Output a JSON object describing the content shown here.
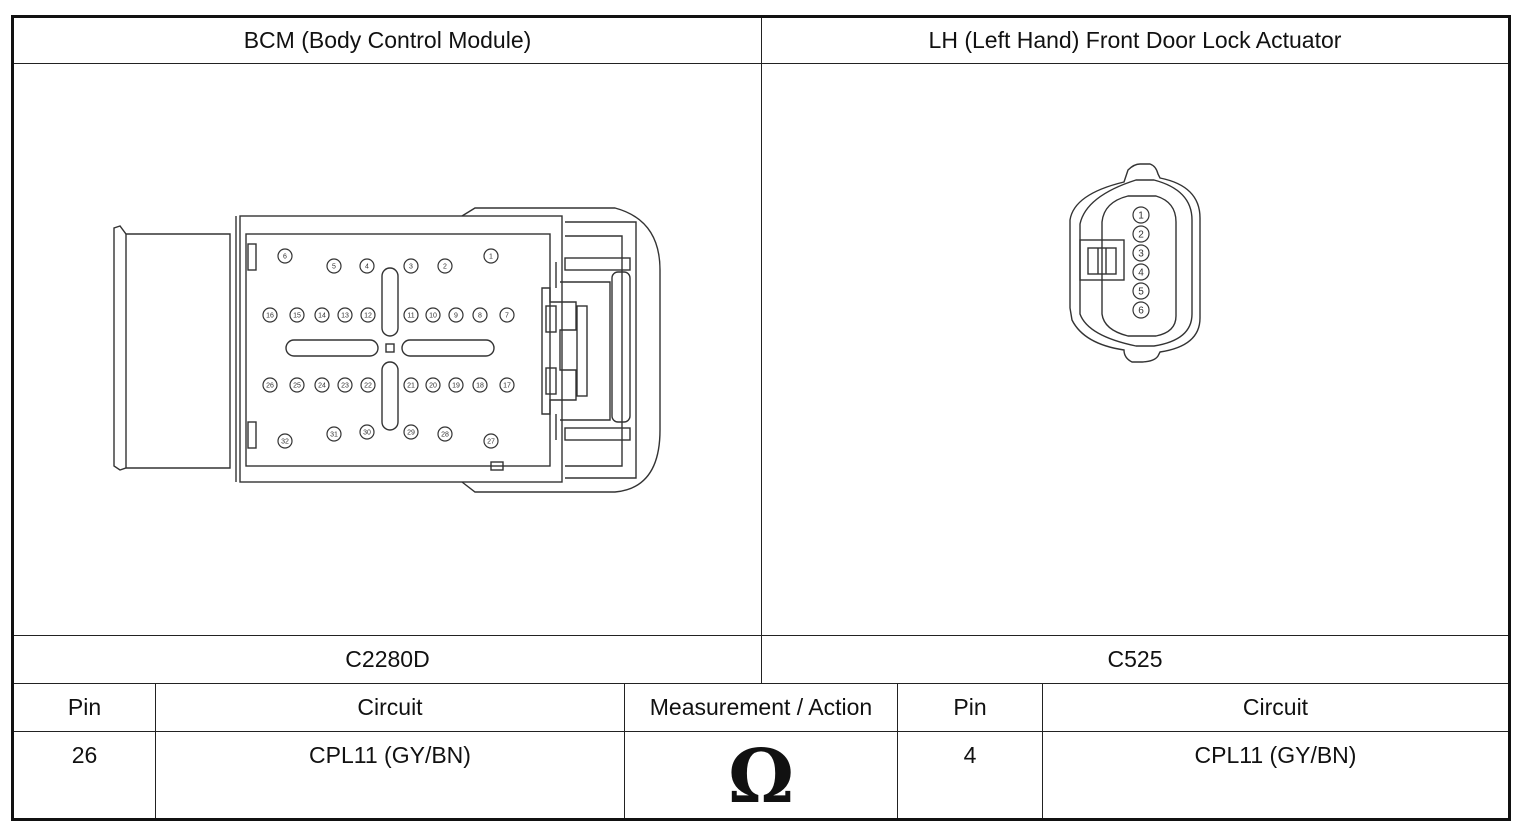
{
  "headers": {
    "left_component": "BCM (Body Control Module)",
    "right_component": "LH (Left Hand) Front Door Lock Actuator"
  },
  "connectors": {
    "left_id": "C2280D",
    "right_id": "C525"
  },
  "table": {
    "columns": [
      "Pin",
      "Circuit",
      "Measurement / Action",
      "Pin",
      "Circuit"
    ],
    "row": {
      "pin_a": "26",
      "circuit_a": "CPL11 (GY/BN)",
      "measurement_symbol": "Ω",
      "measurement_icon": "ohm-icon",
      "pin_b": "4",
      "circuit_b": "CPL11 (GY/BN)"
    }
  },
  "bcm_connector": {
    "pin_labels": [
      "6",
      "5",
      "4",
      "3",
      "2",
      "1",
      "16",
      "15",
      "14",
      "13",
      "12",
      "11",
      "10",
      "9",
      "8",
      "7",
      "26",
      "25",
      "24",
      "23",
      "22",
      "21",
      "20",
      "19",
      "18",
      "17",
      "32",
      "31",
      "30",
      "29",
      "28",
      "27"
    ]
  },
  "actuator_connector": {
    "pin_labels": [
      "1",
      "2",
      "3",
      "4",
      "5",
      "6"
    ]
  }
}
